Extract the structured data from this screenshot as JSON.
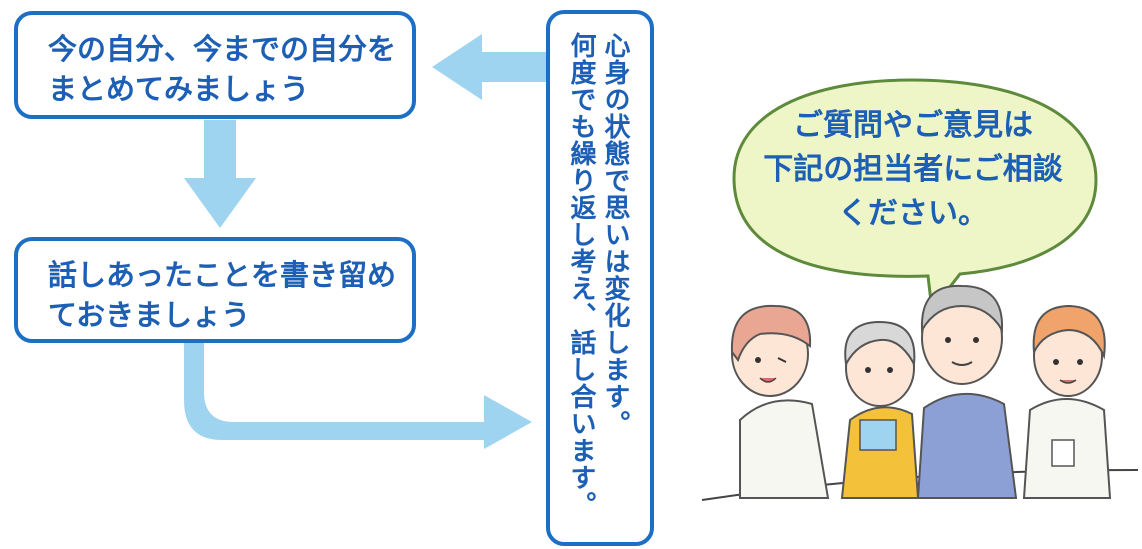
{
  "step1": {
    "line1": "今の自分、今までの自分を",
    "line2": "まとめてみましょう"
  },
  "step2": {
    "line1": "話しあったことを書き留め",
    "line2": "ておきましょう"
  },
  "cycle_note": {
    "column1": "心身の状態で思いは変化します。",
    "column2": "何度でも繰り返し考え、話し合います。"
  },
  "speech_bubble": {
    "line1": "ご質問やご意見は",
    "line2": "下記の担当者にご相談",
    "line3": "ください。"
  },
  "colors": {
    "box_border": "#1c6fc4",
    "text": "#1c5fb4",
    "arrow": "#9fd4f1",
    "bubble_fill": "#eef6c8",
    "bubble_border": "#5e8a3c"
  }
}
